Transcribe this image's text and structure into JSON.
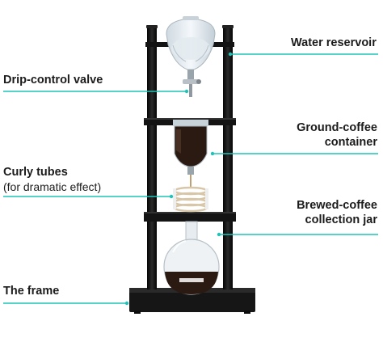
{
  "labels": {
    "water_reservoir": "Water reservoir",
    "drip_valve": "Drip-control valve",
    "ground_coffee_line1": "Ground-coffee",
    "ground_coffee_line2": "container",
    "curly_tubes_line1": "Curly tubes",
    "curly_tubes_line2": "(for dramatic effect)",
    "brewed_coffee_line1": "Brewed-coffee",
    "brewed_coffee_line2": "collection jar",
    "frame": "The frame"
  },
  "colors": {
    "leader_line": "#1fc3b7",
    "frame": "#141414",
    "coffee": "#2b1a12",
    "glass": "#d9e3ea",
    "text": "#1b1b1b"
  }
}
